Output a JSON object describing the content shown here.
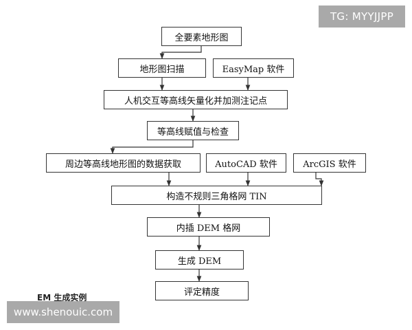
{
  "watermark_top": "TG: MYYJJPP",
  "watermark_bottom": "www.shenouic.com",
  "caption": "EM 生成实例",
  "nodes": {
    "n1": "全要素地形图",
    "n2": "地形图扫描",
    "n3": "EasyMap 软件",
    "n4": "人机交互等高线矢量化并加测注记点",
    "n5": "等高线赋值与检查",
    "n6": "周边等高线地形图的数据获取",
    "n7": "AutoCAD 软件",
    "n8": "ArcGIS 软件",
    "n9": "构造不规则三角格网 TIN",
    "n10": "内插 DEM 格网",
    "n11": "生成 DEM",
    "n12": "评定精度"
  },
  "colors": {
    "border": "#333333",
    "watermark_bg": "#a9a9a9",
    "watermark_text": "#ffffff"
  }
}
